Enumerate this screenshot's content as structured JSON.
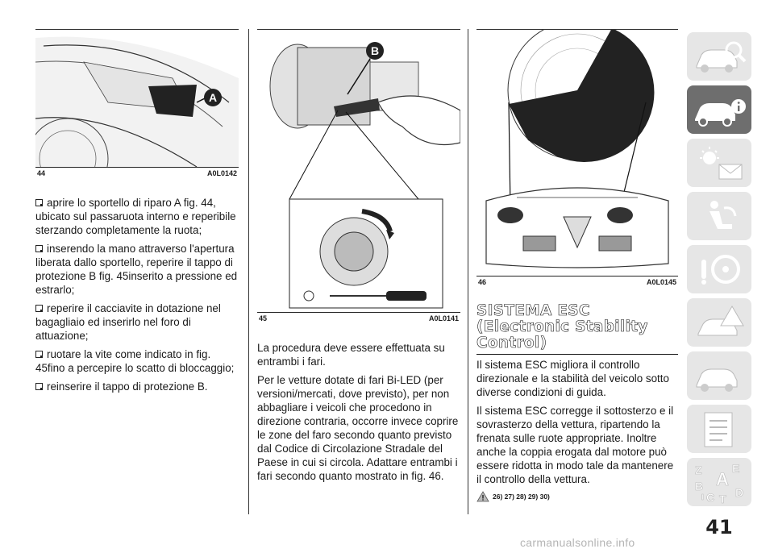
{
  "figures": {
    "fig44": {
      "number": "44",
      "code": "A0L0142",
      "callout": "A"
    },
    "fig45": {
      "number": "45",
      "code": "A0L0141",
      "callout": "B"
    },
    "fig46": {
      "number": "46",
      "code": "A0L0145"
    }
  },
  "column1": {
    "steps": [
      "aprire lo sportello di riparo A fig. 44, ubicato sul passaruota interno e reperibile sterzando completamente la ruota;",
      "inserendo la mano attraverso l'apertura liberata dallo sportello, reperire il tappo di protezione B fig. 45inserito a pressione ed estrarlo;",
      "reperire il cacciavite in dotazione nel bagagliaio ed inserirlo nel foro di attuazione;",
      "ruotare la vite come indicato in fig. 45fino a percepire lo scatto di bloccaggio;",
      "reinserire il tappo di protezione B."
    ]
  },
  "column2": {
    "paragraphs": [
      "La procedura deve essere effettuata su entrambi i fari.",
      "Per le vetture dotate di fari Bi-LED (per versioni/mercati, dove previsto), per non abbagliare i veicoli che procedono in direzione contraria, occorre invece coprire le zone del faro secondo quanto previsto dal Codice di Circolazione Stradale del Paese in cui si circola. Adattare entrambi i fari secondo quanto mostrato in fig. 46."
    ]
  },
  "column3": {
    "heading": "SISTEMA ESC (Electronic Stability Control)",
    "paragraphs": [
      "Il sistema ESC migliora il controllo direzionale e la stabilità del veicolo sotto diverse condizioni di guida.",
      "Il sistema ESC corregge il sottosterzo e il sovrasterzo della vettura, ripartendo la frenata sulle ruote appropriate. Inoltre anche la coppia erogata dal motore può essere ridotta in modo tale da mantenere il controllo della vettura."
    ],
    "warning_refs": "26) 27) 28) 29) 30)"
  },
  "sidebar": {
    "tabs": [
      {
        "icon": "car-magnifier-icon",
        "active": false
      },
      {
        "icon": "car-info-icon",
        "active": true
      },
      {
        "icon": "warning-lights-envelope-icon",
        "active": false
      },
      {
        "icon": "airbag-seat-icon",
        "active": false
      },
      {
        "icon": "steering-wheel-icon",
        "active": false
      },
      {
        "icon": "warning-triangle-car-icon",
        "active": false
      },
      {
        "icon": "car-service-icon",
        "active": false
      },
      {
        "icon": "document-list-icon",
        "active": false
      },
      {
        "icon": "alphabetical-index-icon",
        "active": false
      }
    ],
    "index_letters": [
      "Z",
      "E",
      "A",
      "B",
      "C",
      "T",
      "D",
      "I"
    ]
  },
  "page_number": "41",
  "watermark": "carmanualsonline.info",
  "colors": {
    "tab_bg": "#e6e6e6",
    "tab_active_bg": "#6e6e6e",
    "text": "#1a1a1a"
  }
}
